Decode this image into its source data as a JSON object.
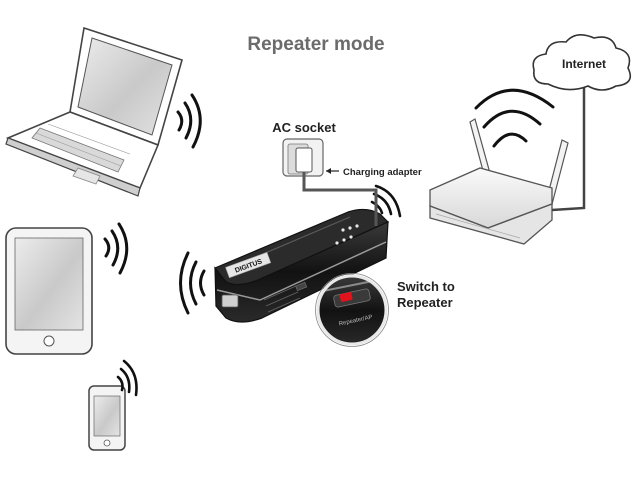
{
  "title": "Repeater mode",
  "labels": {
    "internet": "Internet",
    "ac_socket": "AC socket",
    "charging_adapter": "Charging adapter",
    "switch_line1": "Switch to",
    "switch_line2": "Repeater"
  },
  "device": {
    "brand": "DIGITUS",
    "switch_text": "Repeater/AP"
  },
  "colors": {
    "title": "#6b6b6b",
    "text": "#222222",
    "device_body": "#1a1a1a",
    "switch_led": "#e0121b",
    "screen": "#d2d2d2"
  }
}
